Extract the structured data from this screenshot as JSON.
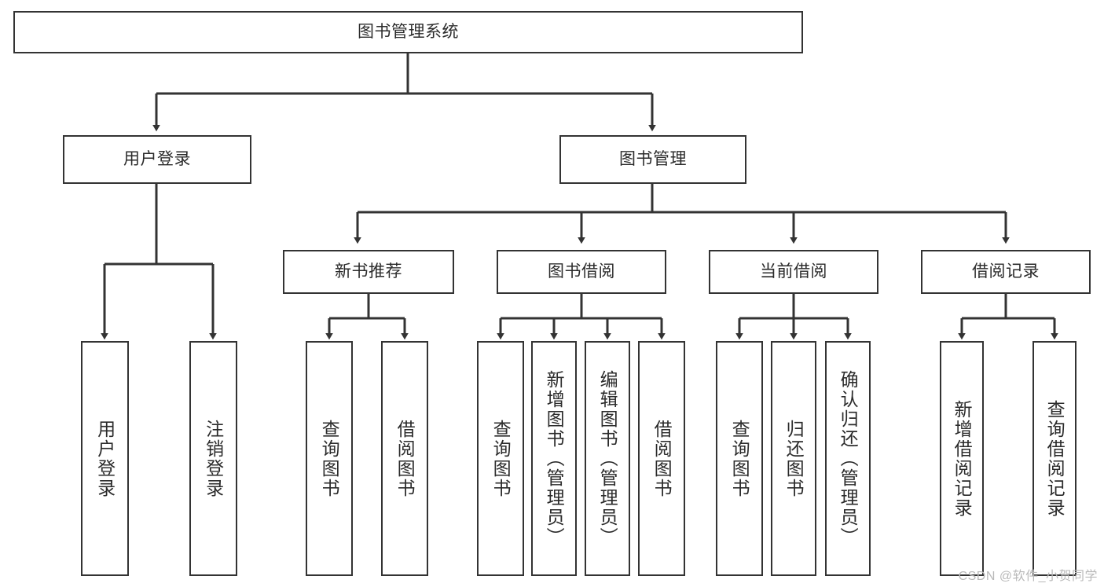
{
  "diagram": {
    "type": "tree-hierarchy-chart",
    "title": "图书管理系统",
    "stroke_color": "#333333",
    "text_color": "#2b2b2b",
    "background_color": "#ffffff",
    "watermark": "CSDN @软件_小贺同学",
    "levels": [
      {
        "level": 1,
        "nodes": [
          {
            "id": "root",
            "label": "图书管理系统",
            "orientation": "horizontal"
          }
        ]
      },
      {
        "level": 2,
        "nodes": [
          {
            "id": "user-login",
            "label": "用户登录",
            "orientation": "horizontal",
            "parent": "root"
          },
          {
            "id": "book-manage",
            "label": "图书管理",
            "orientation": "horizontal",
            "parent": "root"
          }
        ]
      },
      {
        "level": 3,
        "nodes": [
          {
            "id": "new-book-rec",
            "label": "新书推荐",
            "orientation": "horizontal",
            "parent": "book-manage"
          },
          {
            "id": "book-borrow",
            "label": "图书借阅",
            "orientation": "horizontal",
            "parent": "book-manage"
          },
          {
            "id": "current-borrow",
            "label": "当前借阅",
            "orientation": "horizontal",
            "parent": "book-manage"
          },
          {
            "id": "borrow-record",
            "label": "借阅记录",
            "orientation": "horizontal",
            "parent": "book-manage"
          }
        ]
      },
      {
        "level": 4,
        "nodes": [
          {
            "id": "leaf-1",
            "label": "用户登录",
            "orientation": "vertical",
            "parent": "user-login"
          },
          {
            "id": "leaf-2",
            "label": "注销登录",
            "orientation": "vertical",
            "parent": "user-login"
          },
          {
            "id": "leaf-3",
            "label": "查询图书",
            "orientation": "vertical",
            "parent": "new-book-rec"
          },
          {
            "id": "leaf-4",
            "label": "借阅图书",
            "orientation": "vertical",
            "parent": "new-book-rec"
          },
          {
            "id": "leaf-5",
            "label": "查询图书",
            "orientation": "vertical",
            "parent": "book-borrow"
          },
          {
            "id": "leaf-6",
            "label": "新增图书（管理员）",
            "orientation": "vertical",
            "parent": "book-borrow"
          },
          {
            "id": "leaf-7",
            "label": "编辑图书（管理员）",
            "orientation": "vertical",
            "parent": "book-borrow"
          },
          {
            "id": "leaf-8",
            "label": "借阅图书",
            "orientation": "vertical",
            "parent": "book-borrow"
          },
          {
            "id": "leaf-9",
            "label": "查询图书",
            "orientation": "vertical",
            "parent": "current-borrow"
          },
          {
            "id": "leaf-10",
            "label": "归还图书",
            "orientation": "vertical",
            "parent": "current-borrow"
          },
          {
            "id": "leaf-11",
            "label": "确认归还（管理员）",
            "orientation": "vertical",
            "parent": "current-borrow"
          },
          {
            "id": "leaf-12",
            "label": "新增借阅记录",
            "orientation": "vertical",
            "parent": "borrow-record"
          },
          {
            "id": "leaf-13",
            "label": "查询借阅记录",
            "orientation": "vertical",
            "parent": "borrow-record"
          }
        ]
      }
    ]
  }
}
